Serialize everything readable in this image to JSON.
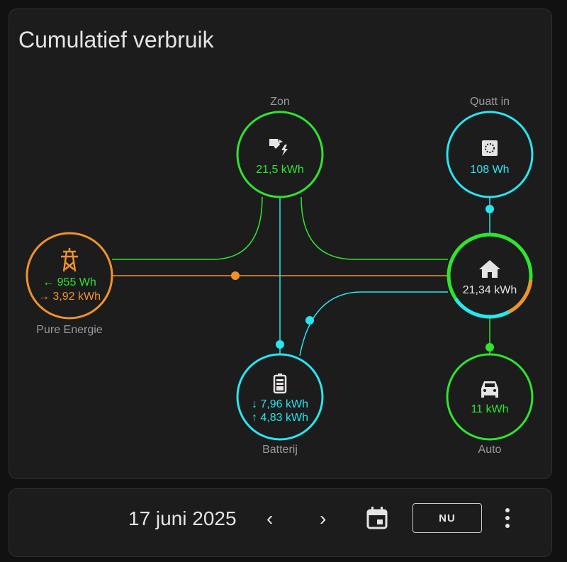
{
  "card": {
    "title": "Cumulatief verbruik"
  },
  "nodes": {
    "solar": {
      "label": "Zon",
      "value": "21,5 kWh"
    },
    "quatt": {
      "label": "Quatt in",
      "value": "108 Wh"
    },
    "grid": {
      "label": "Pure Energie",
      "return": "← 955 Wh",
      "consumption": "→ 3,92 kWh"
    },
    "home": {
      "value": "21,34 kWh"
    },
    "battery": {
      "label": "Batterij",
      "in": "↓ 7,96 kWh",
      "out": "↑ 4,83 kWh"
    },
    "car": {
      "label": "Auto",
      "value": "11 kWh"
    }
  },
  "colors": {
    "solar": "#2ee52e",
    "grid": "#f0922b",
    "battery": "#27e6f0",
    "text": "#e4e4e4"
  },
  "datebar": {
    "date": "17 juni 2025",
    "prev": "‹",
    "next": "›",
    "now_label": "NU"
  }
}
